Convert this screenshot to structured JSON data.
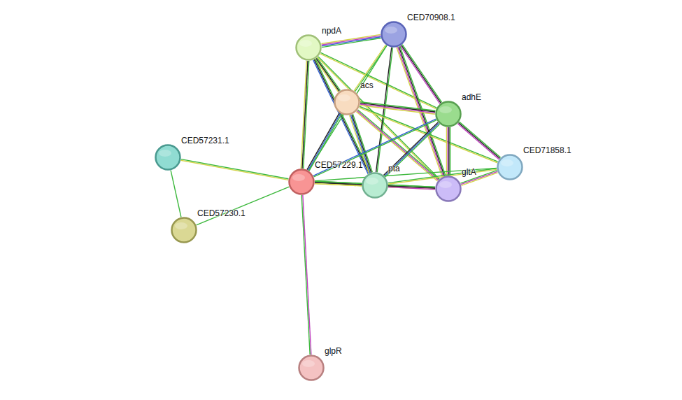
{
  "diagram": {
    "nodes": [
      {
        "text": [
          "CED70908.1"
        ]
      },
      {
        "text": [
          "npdA"
        ]
      },
      {
        "text": [
          "acs"
        ]
      },
      {
        "text": [
          "adhE"
        ]
      },
      {
        "text": [
          "CED57231.1"
        ]
      },
      {
        "text": [
          "CED71858.1"
        ]
      },
      {
        "text": [
          "CED57229.1"
        ]
      },
      {
        "text": [
          "pta"
        ]
      },
      {
        "text": [
          "gltA"
        ]
      },
      {
        "text": [
          "CED57230.1"
        ]
      },
      {
        "text": [
          "glpR"
        ]
      }
    ],
    "edges": [
      {
        "from": 1,
        "to": 0,
        "arrow": "none"
      },
      {
        "from": 1,
        "to": 2,
        "arrow": "none"
      },
      {
        "from": 1,
        "to": 6,
        "arrow": "none"
      },
      {
        "from": 1,
        "to": 7,
        "arrow": "none"
      },
      {
        "from": 1,
        "to": 8,
        "arrow": "none"
      },
      {
        "from": 1,
        "to": 3,
        "arrow": "none"
      },
      {
        "from": 0,
        "to": 2,
        "arrow": "none"
      },
      {
        "from": 0,
        "to": 3,
        "arrow": "none"
      },
      {
        "from": 0,
        "to": 7,
        "arrow": "none"
      },
      {
        "from": 0,
        "to": 8,
        "arrow": "none"
      },
      {
        "from": 0,
        "to": 6,
        "arrow": "none"
      },
      {
        "from": 2,
        "to": 3,
        "arrow": "none"
      },
      {
        "from": 2,
        "to": 6,
        "arrow": "none"
      },
      {
        "from": 2,
        "to": 7,
        "arrow": "none"
      },
      {
        "from": 2,
        "to": 8,
        "arrow": "none"
      },
      {
        "from": 2,
        "to": 5,
        "arrow": "none"
      },
      {
        "from": 3,
        "to": 6,
        "arrow": "none"
      },
      {
        "from": 3,
        "to": 7,
        "arrow": "none"
      },
      {
        "from": 3,
        "to": 8,
        "arrow": "none"
      },
      {
        "from": 3,
        "to": 5,
        "arrow": "none"
      },
      {
        "from": 6,
        "to": 7,
        "arrow": "none"
      },
      {
        "from": 6,
        "to": 8,
        "arrow": "none"
      },
      {
        "from": 6,
        "to": 5,
        "arrow": "none"
      },
      {
        "from": 6,
        "to": 4,
        "arrow": "none"
      },
      {
        "from": 6,
        "to": 9,
        "arrow": "none"
      },
      {
        "from": 6,
        "to": 10,
        "arrow": "none"
      },
      {
        "from": 7,
        "to": 8,
        "arrow": "none"
      },
      {
        "from": 7,
        "to": 5,
        "arrow": "none"
      },
      {
        "from": 8,
        "to": 5,
        "arrow": "none"
      },
      {
        "from": 4,
        "to": 9,
        "arrow": "none"
      }
    ]
  }
}
